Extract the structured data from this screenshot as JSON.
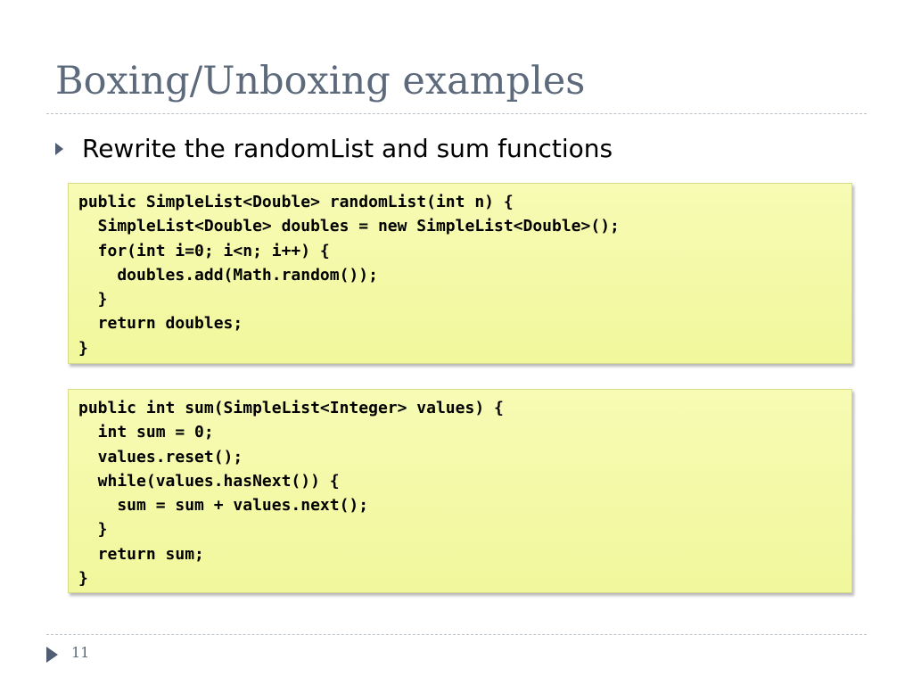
{
  "slide": {
    "title": "Boxing/Unboxing examples",
    "bullet": "Rewrite the randomList and sum functions",
    "code_blocks": [
      {
        "lines": [
          "public SimpleList<Double> randomList(int n) {",
          "  SimpleList<Double> doubles = new SimpleList<Double>();",
          "  for(int i=0; i<n; i++) {",
          "    doubles.add(Math.random());",
          "  }",
          "  return doubles;",
          "}"
        ]
      },
      {
        "lines": [
          "public int sum(SimpleList<Integer> values) {",
          "  int sum = 0;",
          "  values.reset();",
          "  while(values.hasNext()) {",
          "    sum = sum + values.next();",
          "  }",
          "  return sum;",
          "}"
        ]
      }
    ],
    "page_number": "11"
  },
  "colors": {
    "title": "#5d6a7c",
    "bullet_icon": "#4f5e73",
    "code_background": "#f4f9a3",
    "rule": "#b9c1c9"
  },
  "icons": {
    "bullet": "triangle-right-icon",
    "footer": "triangle-right-icon"
  }
}
